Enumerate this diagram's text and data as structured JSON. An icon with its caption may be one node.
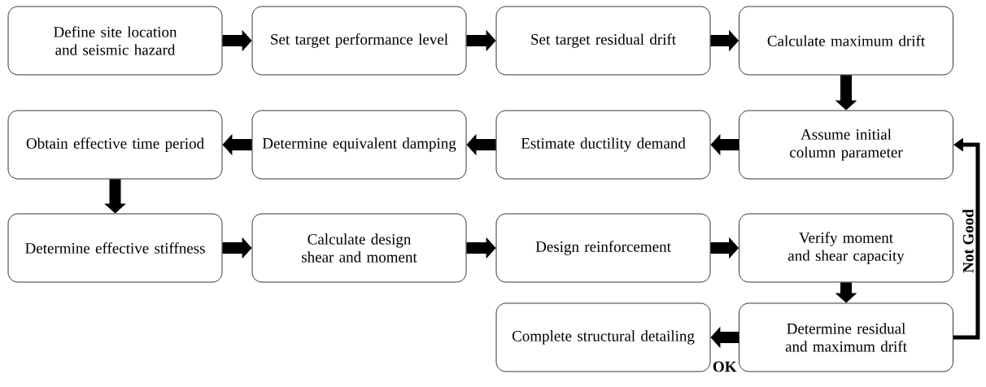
{
  "diagram": {
    "nodes": [
      {
        "text": [
          "Define site location and seismic hazard"
        ]
      },
      {
        "text": [
          "Set target performance level"
        ]
      },
      {
        "text": [
          "Set target residual drift"
        ]
      },
      {
        "text": [
          "Calculate maximum drift"
        ]
      },
      {
        "text": [
          "Assume initial column parameter"
        ]
      },
      {
        "text": [
          "Estimate ductility demand"
        ]
      },
      {
        "text": [
          "Determine equivalent damping"
        ]
      },
      {
        "text": [
          "Obtain effective time period"
        ]
      },
      {
        "text": [
          "Determine effective stiffness"
        ]
      },
      {
        "text": [
          "Calculate design shear and moment"
        ]
      },
      {
        "text": [
          "Design reinforcement"
        ]
      },
      {
        "text": [
          "Verify moment and shear capacity"
        ]
      },
      {
        "text": [
          "Determine residual and maximum drift"
        ]
      },
      {
        "text": [
          "Complete structural detailing"
        ]
      }
    ],
    "edges": [
      {
        "from": 0,
        "to": 1,
        "arrow": "to"
      },
      {
        "from": 1,
        "to": 2,
        "arrow": "to"
      },
      {
        "from": 2,
        "to": 3,
        "arrow": "to"
      },
      {
        "from": 3,
        "to": 4,
        "arrow": "to"
      },
      {
        "from": 4,
        "to": 5,
        "arrow": "to"
      },
      {
        "from": 5,
        "to": 6,
        "arrow": "to"
      },
      {
        "from": 6,
        "to": 7,
        "arrow": "to"
      },
      {
        "from": 7,
        "to": 8,
        "arrow": "to"
      },
      {
        "from": 8,
        "to": 9,
        "arrow": "to"
      },
      {
        "from": 9,
        "to": 10,
        "arrow": "to"
      },
      {
        "from": 10,
        "to": 11,
        "arrow": "to"
      },
      {
        "from": 11,
        "to": 12,
        "arrow": "to"
      },
      {
        "from": 12,
        "to": 13,
        "arrow": "to",
        "label": "OK"
      },
      {
        "from": 12,
        "to": 4,
        "arrow": "to",
        "label": "Not Good"
      }
    ]
  }
}
